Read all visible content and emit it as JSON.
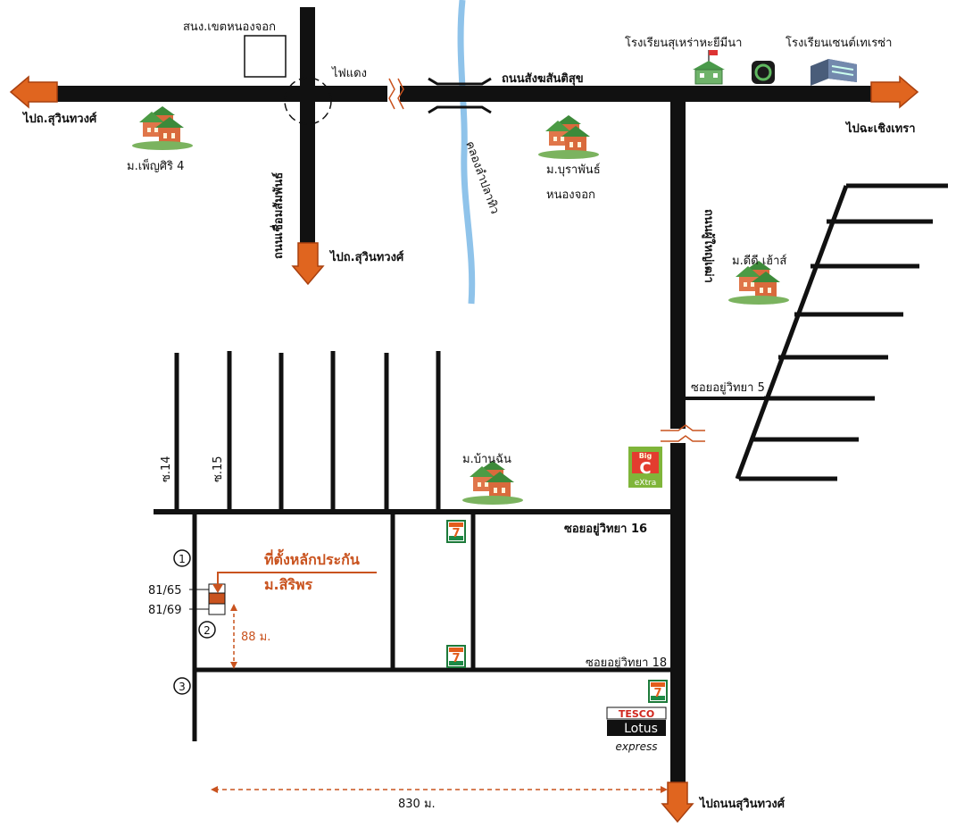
{
  "colors": {
    "road": "#111111",
    "accent": "#c9531f",
    "canal": "#8fc3ea",
    "house_roof": "#3d8a3a",
    "house_wall": "#d96a3c"
  },
  "roads": {
    "main_top": "ถนนสังฆสันติสุข",
    "left_vertical": "ถนนเชื่อมสัมพันธ์",
    "right_vertical": "ถนนผู้ใหญ่เฒ่า",
    "soi_5": "ซอยอยู่วิทยา 5",
    "soi_16": "ซอยอยู่วิทยา 16",
    "soi_18": "ซอยอยู่วิทยา 18",
    "soi_14": "ซ.14",
    "soi_15": "ซ.15"
  },
  "directions": {
    "to_suwinthawong_west": "ไปถ.สุวินทวงศ์",
    "to_chachoengsao": "ไปฉะเชิงเทรา",
    "to_suwinthawong_south": "ไปถ.สุวินทวงศ์",
    "to_suwinthawong_road": "ไปถนนสุวินทวงศ์"
  },
  "landmarks": {
    "district_office": "สนง.เขตหนองจอก",
    "traffic_light": "ไฟแดง",
    "canal": "คลองลำปลาทิว",
    "school_1": "โรงเรียนสุเหร่าหะยีมีนา",
    "school_2": "โรงเรียนเซนต์เทเรซ่า",
    "village_1": "ม.เพ็ญศิริ 4",
    "village_2_line1": "ม.บุราพันธ์",
    "village_2_line2": "หนองจอก",
    "village_3": "ม.ดีดี เฮ้าส์",
    "village_4": "ม.บ้านฉัน",
    "bigc_top": "Big",
    "bigc_letter": "C",
    "bigc_bottom": "eXtra",
    "tesco_top": "TESCO",
    "tesco_mid": "Lotus",
    "tesco_bottom": "express",
    "seven_eleven": "7"
  },
  "property": {
    "title_line1": "ที่ตั้งหลักประกัน",
    "title_line2": "ม.สิริพร",
    "house_no_1": "81/65",
    "house_no_2": "81/69",
    "marker_1": "1",
    "marker_2": "2",
    "marker_3": "3"
  },
  "distances": {
    "short": "88 ม.",
    "long": "830 ม."
  }
}
